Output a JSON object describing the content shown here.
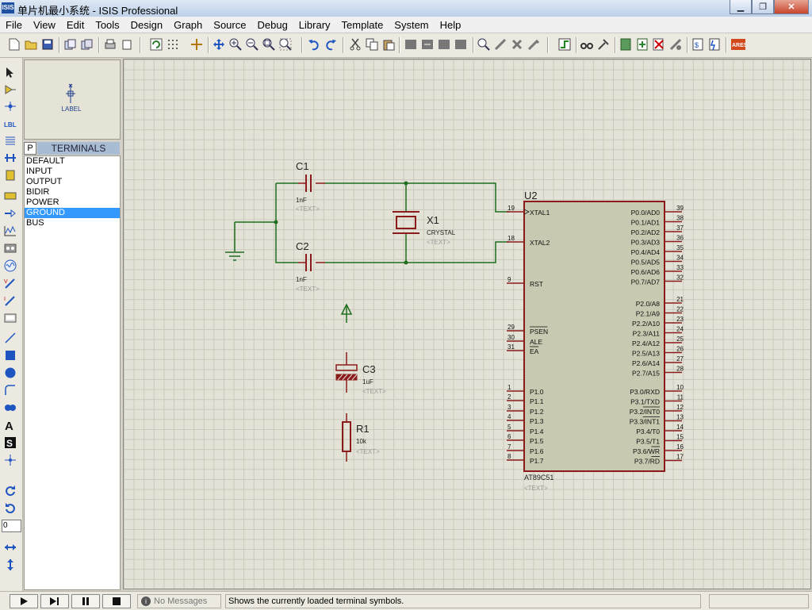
{
  "window": {
    "title": "单片机最小系统 - ISIS Professional",
    "app_icon": "ISIS"
  },
  "menu": [
    "File",
    "View",
    "Edit",
    "Tools",
    "Design",
    "Graph",
    "Source",
    "Debug",
    "Library",
    "Template",
    "System",
    "Help"
  ],
  "preview": {
    "label": "LABEL"
  },
  "terminals": {
    "p_button": "P",
    "title": "TERMINALS",
    "items": [
      "DEFAULT",
      "INPUT",
      "OUTPUT",
      "BIDIR",
      "POWER",
      "GROUND",
      "BUS"
    ],
    "selected_index": 5
  },
  "schematic": {
    "text_placeholder": "<TEXT>",
    "c1": {
      "ref": "C1",
      "value": "1nF"
    },
    "c2": {
      "ref": "C2",
      "value": "1nF"
    },
    "c3": {
      "ref": "C3",
      "value": "1uF"
    },
    "r1": {
      "ref": "R1",
      "value": "10k"
    },
    "x1": {
      "ref": "X1",
      "value": "CRYSTAL"
    },
    "u2": {
      "ref": "U2",
      "part": "AT89C51",
      "left_pins": [
        {
          "num": "19",
          "name": "XTAL1"
        },
        {
          "num": "18",
          "name": "XTAL2"
        },
        {
          "num": "9",
          "name": "RST"
        },
        {
          "num": "29",
          "name": "PSEN"
        },
        {
          "num": "30",
          "name": "ALE"
        },
        {
          "num": "31",
          "name": "EA"
        },
        {
          "num": "1",
          "name": "P1.0"
        },
        {
          "num": "2",
          "name": "P1.1"
        },
        {
          "num": "3",
          "name": "P1.2"
        },
        {
          "num": "4",
          "name": "P1.3"
        },
        {
          "num": "5",
          "name": "P1.4"
        },
        {
          "num": "6",
          "name": "P1.5"
        },
        {
          "num": "7",
          "name": "P1.6"
        },
        {
          "num": "8",
          "name": "P1.7"
        }
      ],
      "right_pins": [
        {
          "num": "39",
          "name": "P0.0/AD0"
        },
        {
          "num": "38",
          "name": "P0.1/AD1"
        },
        {
          "num": "37",
          "name": "P0.2/AD2"
        },
        {
          "num": "36",
          "name": "P0.3/AD3"
        },
        {
          "num": "35",
          "name": "P0.4/AD4"
        },
        {
          "num": "34",
          "name": "P0.5/AD5"
        },
        {
          "num": "33",
          "name": "P0.6/AD6"
        },
        {
          "num": "32",
          "name": "P0.7/AD7"
        },
        {
          "num": "21",
          "name": "P2.0/A8"
        },
        {
          "num": "22",
          "name": "P2.1/A9"
        },
        {
          "num": "23",
          "name": "P2.2/A10"
        },
        {
          "num": "24",
          "name": "P2.3/A11"
        },
        {
          "num": "25",
          "name": "P2.4/A12"
        },
        {
          "num": "26",
          "name": "P2.5/A13"
        },
        {
          "num": "27",
          "name": "P2.6/A14"
        },
        {
          "num": "28",
          "name": "P2.7/A15"
        },
        {
          "num": "10",
          "name": "P3.0/RXD"
        },
        {
          "num": "11",
          "name": "P3.1/TXD"
        },
        {
          "num": "12",
          "name": "P3.2/INT0"
        },
        {
          "num": "13",
          "name": "P3.3/INT1"
        },
        {
          "num": "14",
          "name": "P3.4/T0"
        },
        {
          "num": "15",
          "name": "P3.5/T1"
        },
        {
          "num": "16",
          "name": "P3.6/WR"
        },
        {
          "num": "17",
          "name": "P3.7/RD"
        }
      ]
    }
  },
  "rotation_value": "0",
  "status": {
    "messages": "No Messages",
    "text": "Shows the currently loaded terminal symbols."
  },
  "colors": {
    "wire": "#1e6e1e",
    "part": "#8b1a1a",
    "selection": "#3399ff"
  }
}
